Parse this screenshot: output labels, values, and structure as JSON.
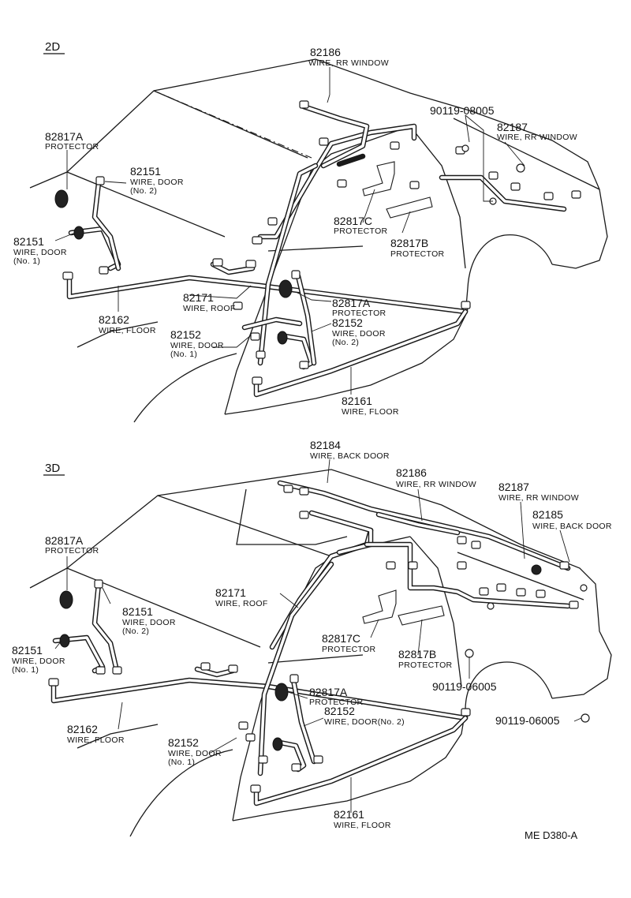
{
  "sections": {
    "top": {
      "label": "2D"
    },
    "bottom": {
      "label": "3D"
    }
  },
  "callouts_2d": {
    "c82186": {
      "number": "82186",
      "desc": "WIRE, RR WINDOW"
    },
    "c90119": {
      "number": "90119-08005"
    },
    "c82187": {
      "number": "82187",
      "desc": "WIRE, RR WINDOW"
    },
    "c82817A_left": {
      "number": "82817A",
      "desc": "PROTECTOR"
    },
    "c82151_no2": {
      "number": "82151",
      "desc": "WIRE, DOOR",
      "sub": "(No. 2)"
    },
    "c82151_no1": {
      "number": "82151",
      "desc": "WIRE, DOOR",
      "sub": "(No. 1)"
    },
    "c82817C": {
      "number": "82817C",
      "desc": "PROTECTOR"
    },
    "c82817B": {
      "number": "82817B",
      "desc": "PROTECTOR"
    },
    "c82171": {
      "number": "82171",
      "desc": "WIRE, ROOF"
    },
    "c82162": {
      "number": "82162",
      "desc": "WIRE, FLOOR"
    },
    "c82817A_mid": {
      "number": "82817A",
      "desc": "PROTECTOR"
    },
    "c82152_no2": {
      "number": "82152",
      "desc": "WIRE, DOOR",
      "sub": "(No. 2)"
    },
    "c82152_no1": {
      "number": "82152",
      "desc": "WIRE, DOOR",
      "sub": "(No. 1)"
    },
    "c82161": {
      "number": "82161",
      "desc": "WIRE, FLOOR"
    }
  },
  "callouts_3d": {
    "c82184": {
      "number": "82184",
      "desc": "WIRE, BACK DOOR"
    },
    "c82186": {
      "number": "82186",
      "desc": "WIRE, RR WINDOW"
    },
    "c82187": {
      "number": "82187",
      "desc": "WIRE, RR WINDOW"
    },
    "c82185": {
      "number": "82185",
      "desc": "WIRE, BACK DOOR"
    },
    "c82817A_left": {
      "number": "82817A",
      "desc": "PROTECTOR"
    },
    "c82171": {
      "number": "82171",
      "desc": "WIRE, ROOF"
    },
    "c82151_no2": {
      "number": "82151",
      "desc": "WIRE, DOOR",
      "sub": "(No. 2)"
    },
    "c82151_no1": {
      "number": "82151",
      "desc": "WIRE, DOOR",
      "sub": "(No. 1)"
    },
    "c82817C": {
      "number": "82817C",
      "desc": "PROTECTOR"
    },
    "c82817B": {
      "number": "82817B",
      "desc": "PROTECTOR"
    },
    "c90119_a": {
      "number": "90119-06005"
    },
    "c82817A_mid": {
      "number": "82817A",
      "desc": "PROTECTOR"
    },
    "c82152_no2": {
      "number": "82152",
      "desc": "WIRE, DOOR(No. 2)"
    },
    "c82162": {
      "number": "82162",
      "desc": "WIRE, FLOOR"
    },
    "c82152_no1": {
      "number": "82152",
      "desc": "WIRE, DOOR",
      "sub": "(No. 1)"
    },
    "c90119_b": {
      "number": "90119-06005"
    },
    "c82161": {
      "number": "82161",
      "desc": "WIRE, FLOOR"
    }
  },
  "footer": {
    "ref_code": "ME  D380-A"
  }
}
